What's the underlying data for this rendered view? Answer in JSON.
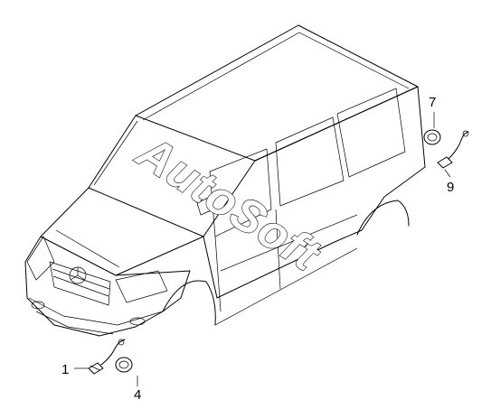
{
  "diagram": {
    "callouts": [
      {
        "id": "1",
        "label": "1"
      },
      {
        "id": "4",
        "label": "4"
      },
      {
        "id": "7",
        "label": "7"
      },
      {
        "id": "9",
        "label": "9"
      }
    ],
    "watermark": "AutoSoft"
  }
}
